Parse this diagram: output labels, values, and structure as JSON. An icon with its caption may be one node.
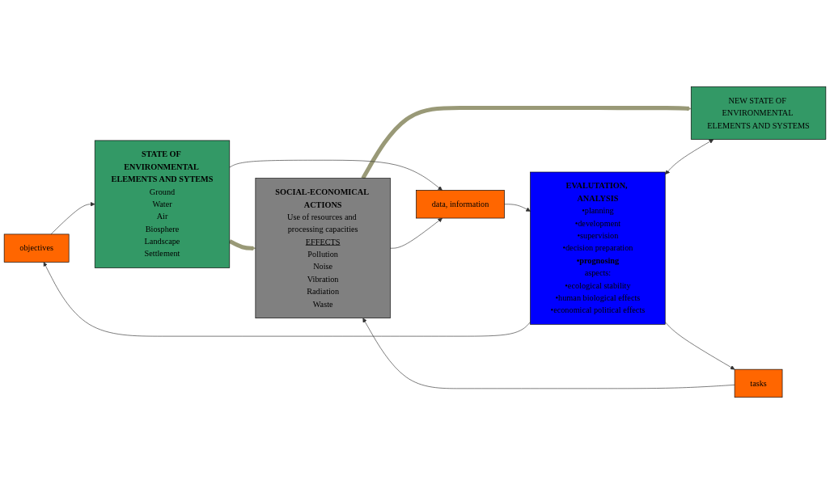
{
  "diagram": {
    "nodes": [
      {
        "text": [
          "objectives"
        ]
      },
      {
        "text": [
          "tasks"
        ]
      },
      {
        "text": [
          "EVALUTATION, ANALYSIS",
          "•planning",
          "•development",
          "•supervision",
          "•decision preparation",
          "•prognosing",
          "aspects:",
          "•ecological stability",
          "•human biological effects",
          "•economical political effects"
        ]
      },
      {
        "text": [
          "STATE OF ENVIRONMENTAL ELEMENTS AND SYTEMS",
          "Ground",
          "Water",
          "Air",
          "Biosphere",
          "Landscape",
          "Settlement"
        ]
      },
      {
        "text": [
          "SOCIAL-ECONOMICAL ACTIONS",
          "Use of resources and processing capacities",
          "EFFECTS",
          "Pollution",
          "Noise",
          "Vibration",
          "Radiation",
          "Waste"
        ]
      },
      {
        "text": [
          "NEW STATE OF ENVIRONMENTAL ELEMENTS AND SYSTEMS"
        ]
      },
      {
        "text": [
          "data, information"
        ]
      }
    ],
    "edges": [
      {
        "from": 2,
        "to": 0,
        "arrow": "to"
      },
      {
        "from": 2,
        "to": 1,
        "arrow": "to"
      },
      {
        "from": 0,
        "to": 3,
        "arrow": "to"
      },
      {
        "from": 1,
        "to": 4,
        "arrow": "to"
      },
      {
        "from": 3,
        "to": 4,
        "arrow": "to",
        "style": "thick",
        "color": "#999977"
      },
      {
        "from": 4,
        "to": 5,
        "arrow": "to",
        "style": "thick",
        "color": "#999977"
      },
      {
        "from": 3,
        "to": 6,
        "arrow": "to"
      },
      {
        "from": 4,
        "to": 6,
        "arrow": "to"
      },
      {
        "from": 6,
        "to": 2,
        "arrow": "to"
      },
      {
        "from": 2,
        "to": 5,
        "arrow": "both"
      }
    ]
  }
}
